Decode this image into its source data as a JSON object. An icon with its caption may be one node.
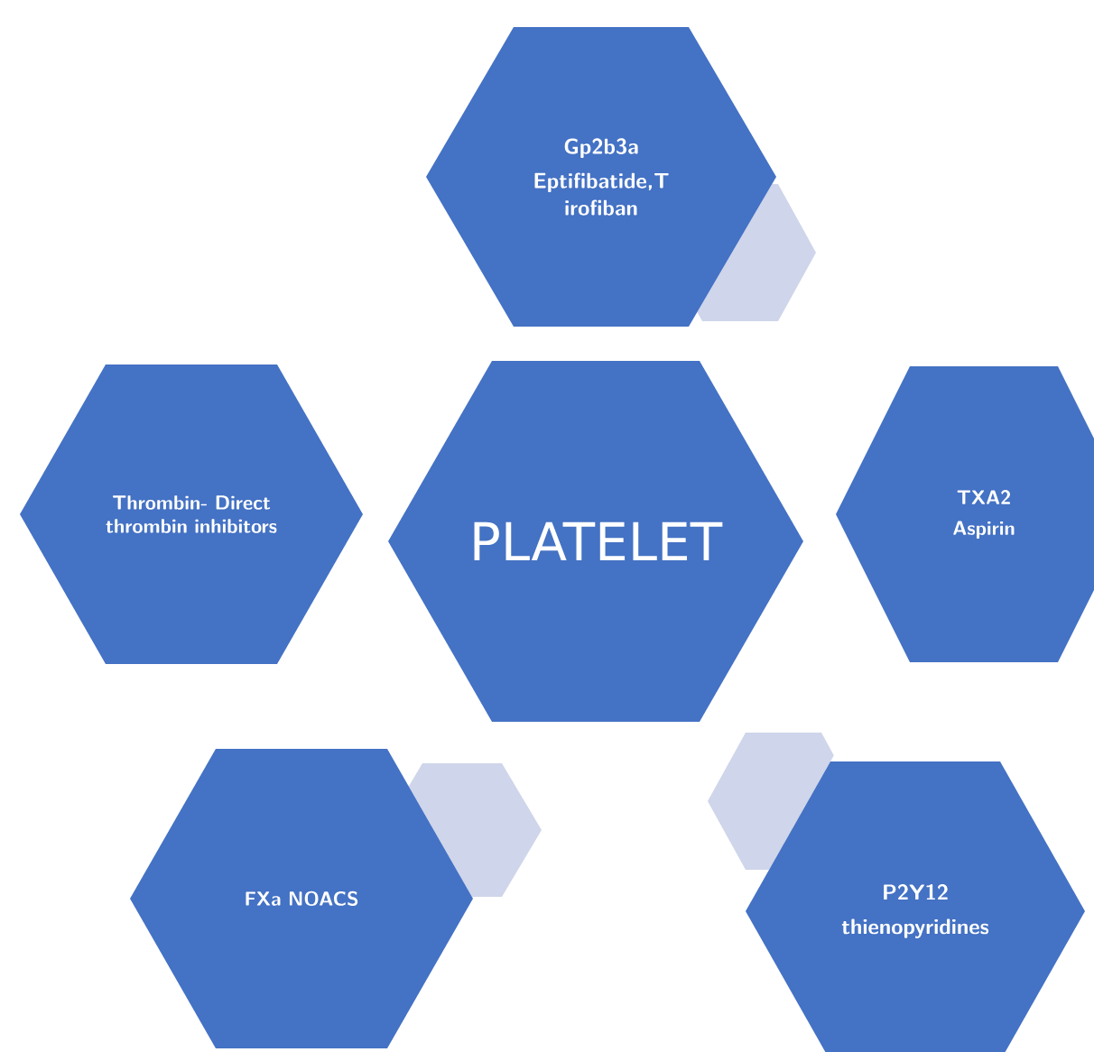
{
  "diagram": {
    "nodes": [
      {
        "text": [
          "Gp2b3a",
          "Eptifibatide,T irofiban"
        ]
      },
      {
        "text": [],
        "shape": "hexagon"
      },
      {
        "text": [
          "Thrombin- Direct thrombin inhibitors"
        ]
      },
      {
        "text": [
          "PLATELET"
        ]
      },
      {
        "text": [
          "TXA2",
          "Aspirin"
        ]
      },
      {
        "text": [
          "FXa NOACS"
        ]
      },
      {
        "text": [],
        "shape": "hexagon"
      },
      {
        "text": [],
        "shape": "hexagon"
      },
      {
        "text": [
          "P2Y12",
          "thienopyridines"
        ]
      }
    ]
  }
}
